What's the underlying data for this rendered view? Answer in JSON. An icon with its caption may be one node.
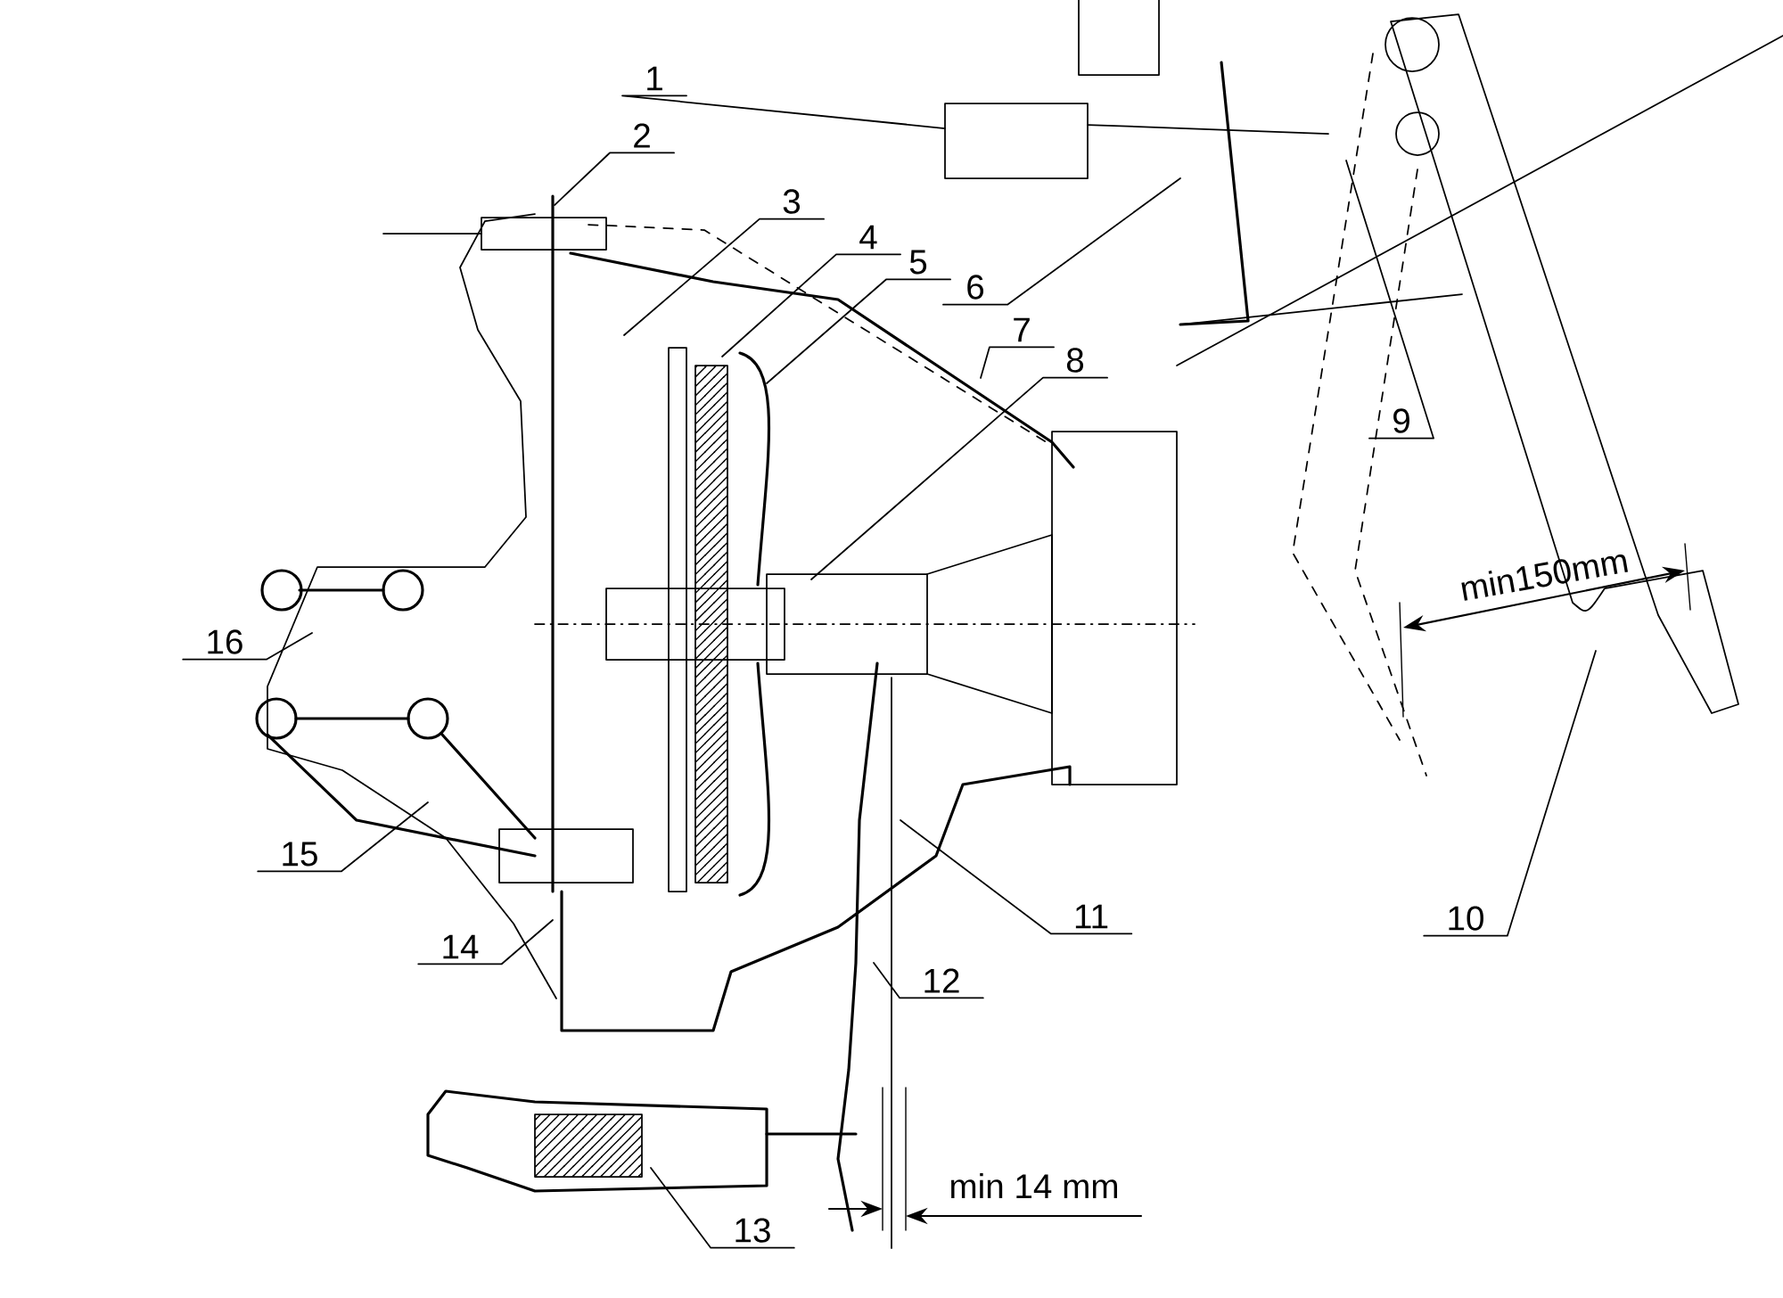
{
  "diagram": {
    "nodes": [
      {
        "text": [
          "1"
        ]
      },
      {
        "text": [
          "2"
        ]
      },
      {
        "text": [
          "3"
        ]
      },
      {
        "text": [
          "4"
        ]
      },
      {
        "text": [
          "5"
        ]
      },
      {
        "text": [
          "6"
        ]
      },
      {
        "text": [
          "7"
        ]
      },
      {
        "text": [
          "8"
        ]
      },
      {
        "text": [
          "9"
        ]
      },
      {
        "text": [
          "10"
        ]
      },
      {
        "text": [
          "11"
        ]
      },
      {
        "text": [
          "12"
        ]
      },
      {
        "text": [
          "13"
        ]
      },
      {
        "text": [
          "14"
        ]
      },
      {
        "text": [
          "15"
        ]
      },
      {
        "text": [
          "16"
        ]
      }
    ],
    "edges": [
      {
        "from": 0,
        "to": null,
        "arrow": "none"
      },
      {
        "from": 1,
        "to": null,
        "arrow": "none"
      },
      {
        "from": 2,
        "to": null,
        "arrow": "none"
      },
      {
        "from": 3,
        "to": null,
        "arrow": "none"
      },
      {
        "from": 4,
        "to": null,
        "arrow": "none"
      },
      {
        "from": 5,
        "to": null,
        "arrow": "none"
      },
      {
        "from": 6,
        "to": null,
        "arrow": "none"
      },
      {
        "from": 7,
        "to": null,
        "arrow": "none"
      },
      {
        "from": 8,
        "to": null,
        "arrow": "none"
      },
      {
        "from": 9,
        "to": null,
        "arrow": "none"
      },
      {
        "from": 10,
        "to": null,
        "arrow": "none"
      },
      {
        "from": 11,
        "to": null,
        "arrow": "none"
      },
      {
        "from": 12,
        "to": null,
        "arrow": "none"
      },
      {
        "from": 13,
        "to": null,
        "arrow": "none"
      },
      {
        "from": 14,
        "to": null,
        "arrow": "none"
      },
      {
        "from": 15,
        "to": null,
        "arrow": "none"
      }
    ],
    "labels": [
      "min150mm",
      "min 14 mm"
    ]
  }
}
